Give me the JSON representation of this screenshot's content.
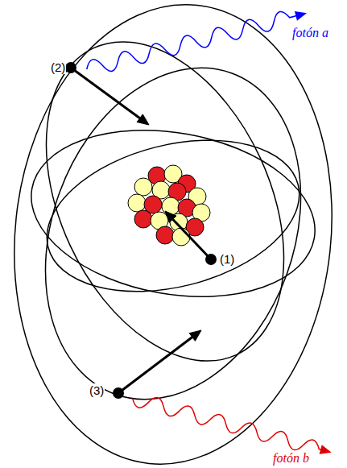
{
  "diagram": {
    "labels": [
      "fotón a",
      "(2)",
      "(1)",
      "(3)",
      "fotón b"
    ]
  }
}
